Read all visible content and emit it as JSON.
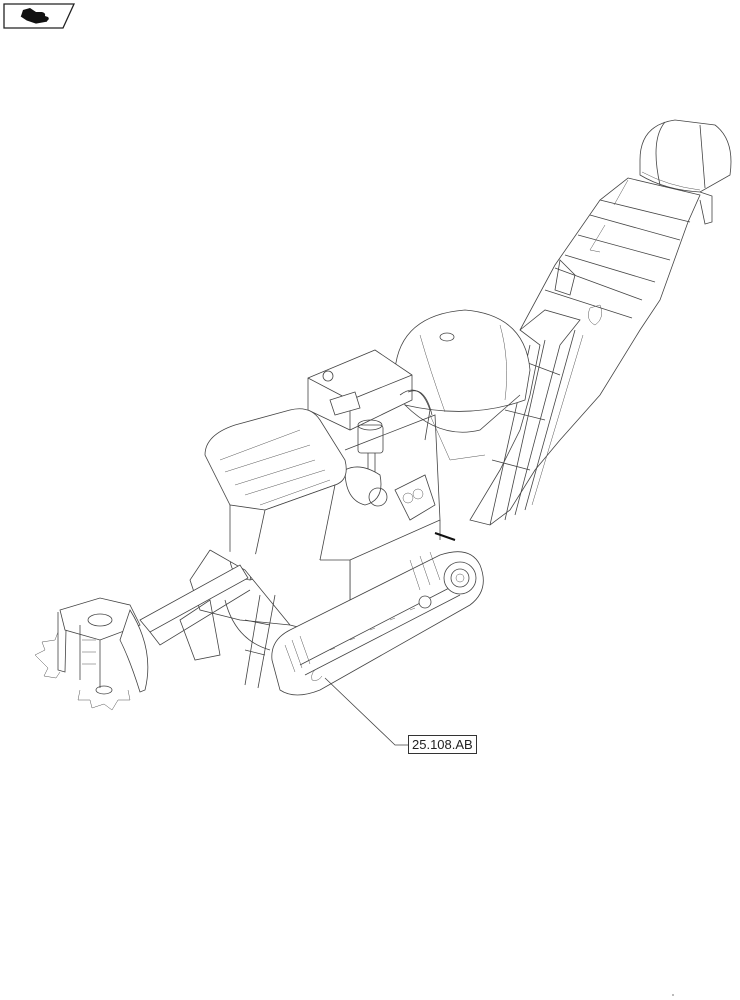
{
  "toolbar": {
    "nav_button": {
      "icon": "hand-pointing-icon",
      "shape": "parallelogram"
    }
  },
  "diagram": {
    "subject": "sugarcane harvester (tracked) isometric line drawing",
    "callouts": [
      {
        "label": "25.108.AB",
        "target": "track-undercarriage"
      }
    ],
    "colors": {
      "line": "#444444",
      "background": "#ffffff",
      "callout_border": "#333333"
    }
  }
}
